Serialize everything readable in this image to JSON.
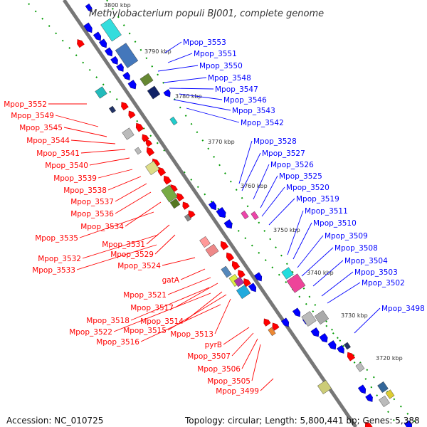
{
  "title": "Methylobacterium populi BJ001, complete genome",
  "footer": {
    "accession": "Accession: NC_010725",
    "topology": "Topology: circular; Length: 5,800,441 bp; Genes: 5,388"
  },
  "colors": {
    "forward": "#ff0000",
    "reverse": "#0000ff",
    "backbone": "#777777",
    "tick": "#009900"
  },
  "scale_labels": [
    "3800 kbp",
    "3790 kbp",
    "3780 kbp",
    "3770 kbp",
    "3760 kbp",
    "3750 kbp",
    "3740 kbp",
    "3730 kbp",
    "3720 kbp"
  ],
  "right_labels": [
    "Mpop_3553",
    "Mpop_3551",
    "Mpop_3550",
    "Mpop_3548",
    "Mpop_3547",
    "Mpop_3546",
    "Mpop_3543",
    "Mpop_3542",
    "Mpop_3528",
    "Mpop_3527",
    "Mpop_3526",
    "Mpop_3525",
    "Mpop_3520",
    "Mpop_3519",
    "Mpop_3511",
    "Mpop_3510",
    "Mpop_3509",
    "Mpop_3508",
    "Mpop_3504",
    "Mpop_3503",
    "Mpop_3502",
    "Mpop_3498"
  ],
  "left_labels": [
    "Mpop_3552",
    "Mpop_3549",
    "Mpop_3545",
    "Mpop_3544",
    "Mpop_3541",
    "Mpop_3540",
    "Mpop_3539",
    "Mpop_3538",
    "Mpop_3537",
    "Mpop_3536",
    "Mpop_3534",
    "Mpop_3535",
    "Mpop_3531",
    "Mpop_3532",
    "Mpop_3529",
    "Mpop_3533",
    "Mpop_3524",
    "gatA",
    "Mpop_3521",
    "Mpop_3517",
    "Mpop_3518",
    "Mpop_3514",
    "Mpop_3522",
    "Mpop_3515",
    "Mpop_3513",
    "Mpop_3516",
    "pyrB",
    "Mpop_3507",
    "Mpop_3506",
    "Mpop_3505",
    "Mpop_3499"
  ]
}
